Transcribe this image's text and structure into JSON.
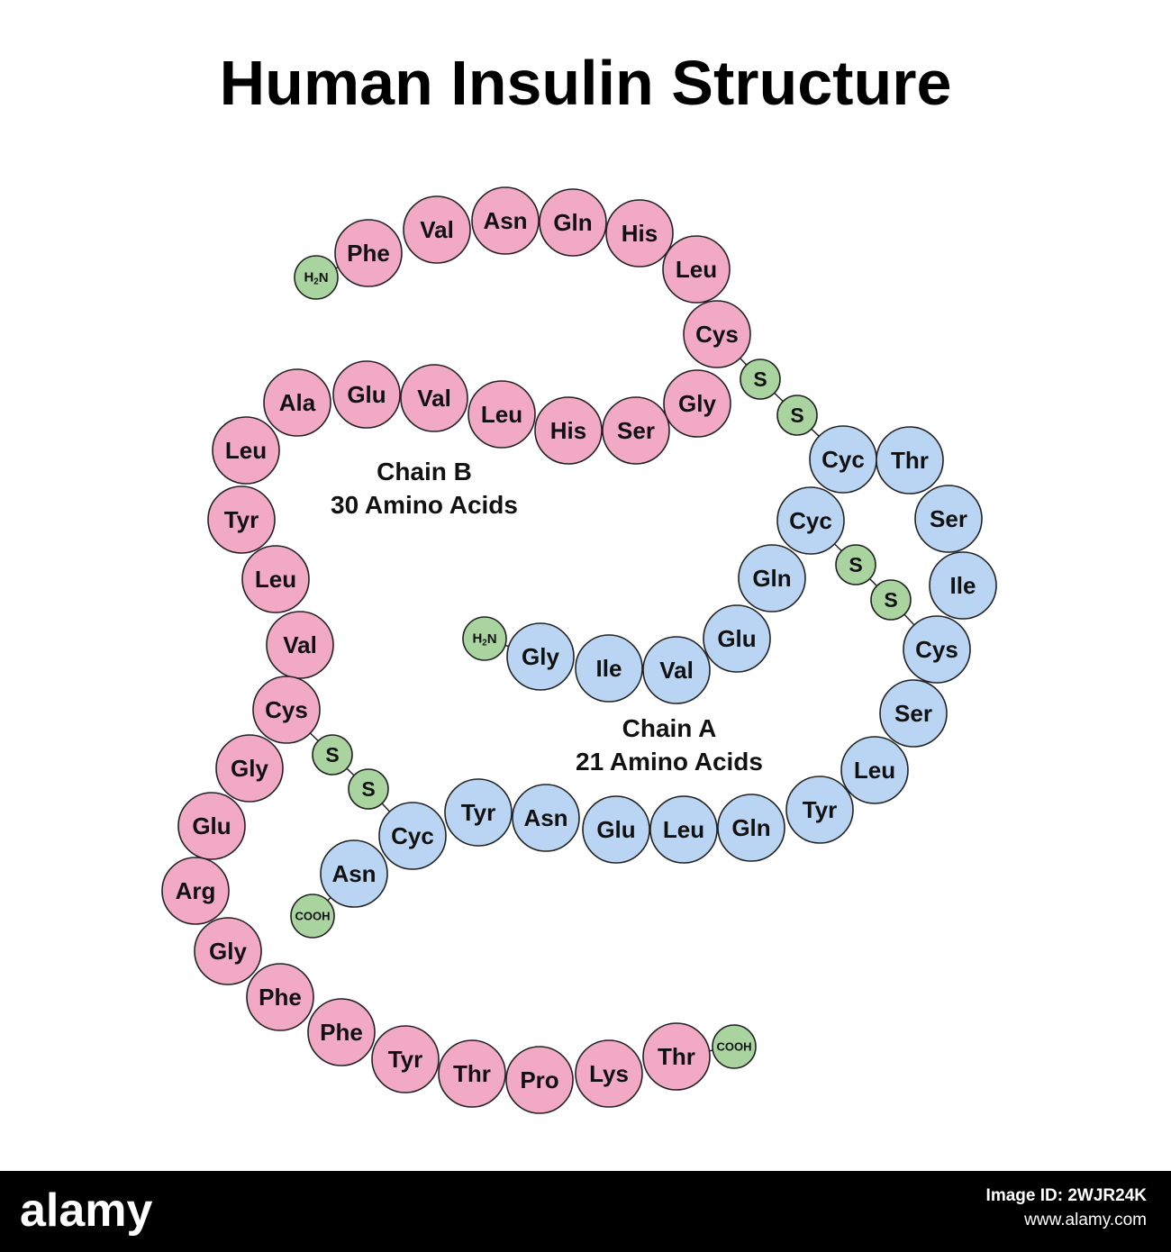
{
  "title": "Human Insulin Structure",
  "colors": {
    "chain_b": "#f2a9c4",
    "chain_a": "#b9d5f3",
    "terminal": "#a9d4a0",
    "outline": "#222222"
  },
  "chain_b": {
    "label_line1": "Chain B",
    "label_line2": "30 Amino Acids",
    "n_terminal": "H2N",
    "c_terminal": "COOH",
    "residues": [
      "Phe",
      "Val",
      "Asn",
      "Gln",
      "His",
      "Leu",
      "Cys",
      "Gly",
      "Ser",
      "His",
      "Leu",
      "Val",
      "Glu",
      "Ala",
      "Leu",
      "Tyr",
      "Leu",
      "Val",
      "Cys",
      "Gly",
      "Glu",
      "Arg",
      "Gly",
      "Phe",
      "Phe",
      "Tyr",
      "Thr",
      "Pro",
      "Lys",
      "Thr"
    ]
  },
  "chain_a": {
    "label_line1": "Chain A",
    "label_line2": "21 Amino Acids",
    "n_terminal": "H2N",
    "c_terminal": "COOH",
    "residues": [
      "Gly",
      "Ile",
      "Val",
      "Glu",
      "Gln",
      "Cyc",
      "Cyc",
      "Thr",
      "Ser",
      "Ile",
      "Cys",
      "Ser",
      "Leu",
      "Tyr",
      "Gln",
      "Leu",
      "Glu",
      "Asn",
      "Tyr",
      "Cyc",
      "Asn"
    ]
  },
  "disulfide_bonds": [
    {
      "atoms": [
        "S",
        "S"
      ],
      "between": "B-Cys7 / A-Cyc7"
    },
    {
      "atoms": [
        "S",
        "S"
      ],
      "between": "A-Cyc6 / A-Cys11"
    },
    {
      "atoms": [
        "S",
        "S"
      ],
      "between": "B-Cys19 / A-Cyc20"
    }
  ],
  "footer": {
    "logo": "alamy",
    "image_id": "Image ID: 2WJR24K",
    "site": "www.alamy.com"
  }
}
